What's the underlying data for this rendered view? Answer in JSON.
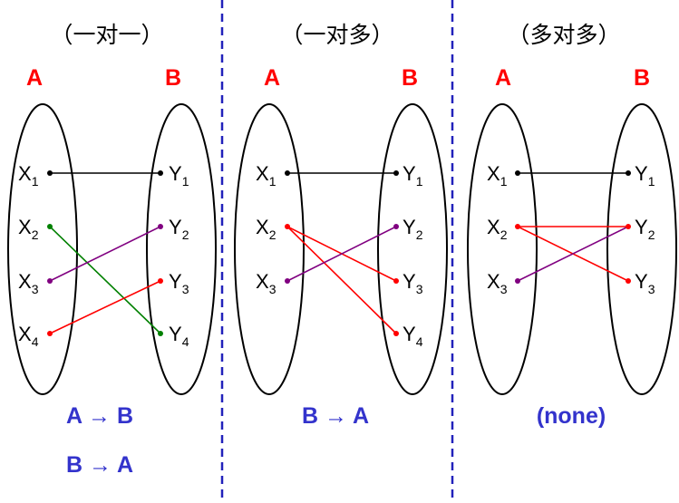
{
  "colors": {
    "divider": "#2222bb",
    "set_label": "#ff0000",
    "caption": "#3333cc",
    "black": "#000000",
    "green": "#008000",
    "purple": "#800080",
    "red": "#ff0000"
  },
  "panels": [
    {
      "title": "（一对一）",
      "set_a": "A",
      "set_b": "B",
      "captions": [
        "A → B",
        "B → A"
      ],
      "left_nodes": [
        {
          "main": "X",
          "sub": "1"
        },
        {
          "main": "X",
          "sub": "2"
        },
        {
          "main": "X",
          "sub": "3"
        },
        {
          "main": "X",
          "sub": "4"
        }
      ],
      "right_nodes": [
        {
          "main": "Y",
          "sub": "1"
        },
        {
          "main": "Y",
          "sub": "2"
        },
        {
          "main": "Y",
          "sub": "3"
        },
        {
          "main": "Y",
          "sub": "4"
        }
      ],
      "edges": [
        {
          "from": "X1",
          "to": "Y1",
          "color": "black"
        },
        {
          "from": "X2",
          "to": "Y4",
          "color": "green"
        },
        {
          "from": "X3",
          "to": "Y2",
          "color": "purple"
        },
        {
          "from": "X4",
          "to": "Y3",
          "color": "red"
        }
      ]
    },
    {
      "title": "（一对多）",
      "set_a": "A",
      "set_b": "B",
      "captions": [
        "B → A"
      ],
      "left_nodes": [
        {
          "main": "X",
          "sub": "1"
        },
        {
          "main": "X",
          "sub": "2"
        },
        {
          "main": "X",
          "sub": "3"
        }
      ],
      "right_nodes": [
        {
          "main": "Y",
          "sub": "1"
        },
        {
          "main": "Y",
          "sub": "2"
        },
        {
          "main": "Y",
          "sub": "3"
        },
        {
          "main": "Y",
          "sub": "4"
        }
      ],
      "edges": [
        {
          "from": "X1",
          "to": "Y1",
          "color": "black"
        },
        {
          "from": "X2",
          "to": "Y3",
          "color": "red"
        },
        {
          "from": "X2",
          "to": "Y4",
          "color": "red"
        },
        {
          "from": "X3",
          "to": "Y2",
          "color": "purple"
        }
      ]
    },
    {
      "title": "（多对多）",
      "set_a": "A",
      "set_b": "B",
      "captions": [
        "(none)"
      ],
      "left_nodes": [
        {
          "main": "X",
          "sub": "1"
        },
        {
          "main": "X",
          "sub": "2"
        },
        {
          "main": "X",
          "sub": "3"
        }
      ],
      "right_nodes": [
        {
          "main": "Y",
          "sub": "1"
        },
        {
          "main": "Y",
          "sub": "2"
        },
        {
          "main": "Y",
          "sub": "3"
        }
      ],
      "edges": [
        {
          "from": "X1",
          "to": "Y1",
          "color": "black"
        },
        {
          "from": "X2",
          "to": "Y2",
          "color": "red"
        },
        {
          "from": "X2",
          "to": "Y3",
          "color": "red"
        },
        {
          "from": "X3",
          "to": "Y2",
          "color": "purple"
        }
      ]
    }
  ]
}
